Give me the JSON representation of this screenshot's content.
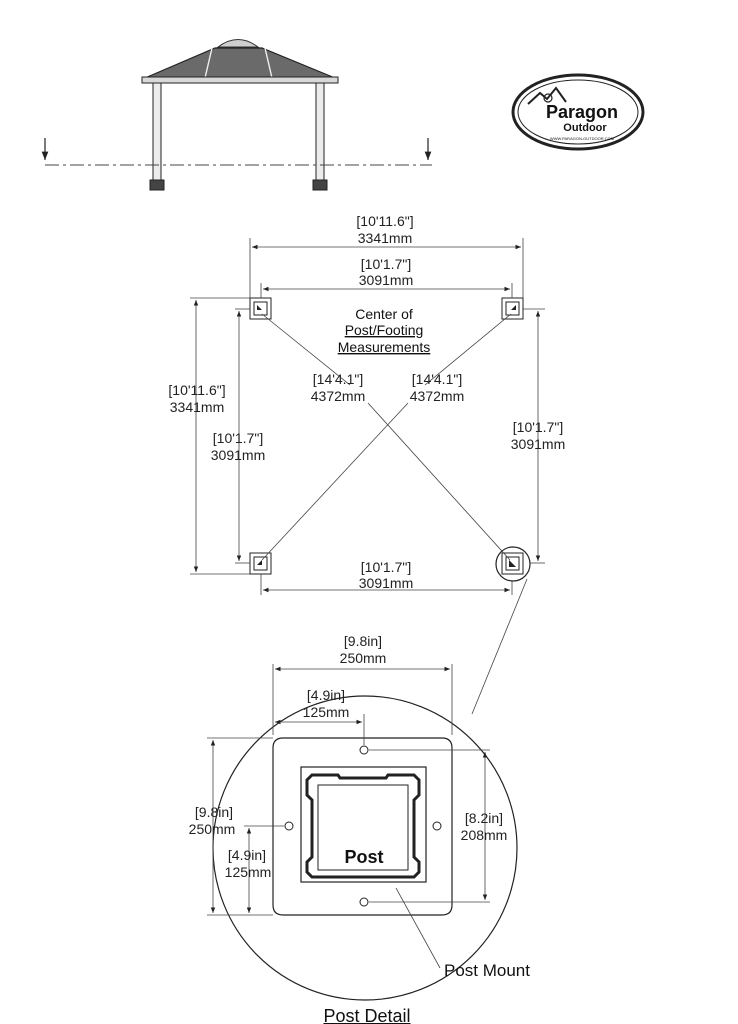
{
  "logo": {
    "brand": "Paragon",
    "sub": "Outdoor",
    "url": "WWW.PARAGON-OUTDOOR.COM"
  },
  "plan": {
    "overall_top": {
      "imperial": "[10'11.6\"]",
      "metric": "3341mm"
    },
    "center_top": {
      "imperial": "[10'1.7\"]",
      "metric": "3091mm"
    },
    "overall_left": {
      "imperial": "[10'11.6\"]",
      "metric": "3341mm"
    },
    "center_left": {
      "imperial": "[10'1.7\"]",
      "metric": "3091mm"
    },
    "center_right": {
      "imperial": "[10'1.7\"]",
      "metric": "3091mm"
    },
    "center_bottom": {
      "imperial": "[10'1.7\"]",
      "metric": "3091mm"
    },
    "diag_left": {
      "imperial": "[14'4.1\"]",
      "metric": "4372mm"
    },
    "diag_right": {
      "imperial": "[14'4.1\"]",
      "metric": "4372mm"
    },
    "note_line1": "Center of",
    "note_line2": "Post/Footing",
    "note_line3": "Measurements"
  },
  "detail": {
    "plate_width": {
      "imperial": "[9.8in]",
      "metric": "250mm"
    },
    "hole_offset_top": {
      "imperial": "[4.9in]",
      "metric": "125mm"
    },
    "plate_height": {
      "imperial": "[9.8in]",
      "metric": "250mm"
    },
    "hole_offset_left": {
      "imperial": "[4.9in]",
      "metric": "125mm"
    },
    "hole_span": {
      "imperial": "[8.2in]",
      "metric": "208mm"
    },
    "post_label": "Post",
    "mount_label": "Post Mount",
    "title": "Post Detail"
  }
}
